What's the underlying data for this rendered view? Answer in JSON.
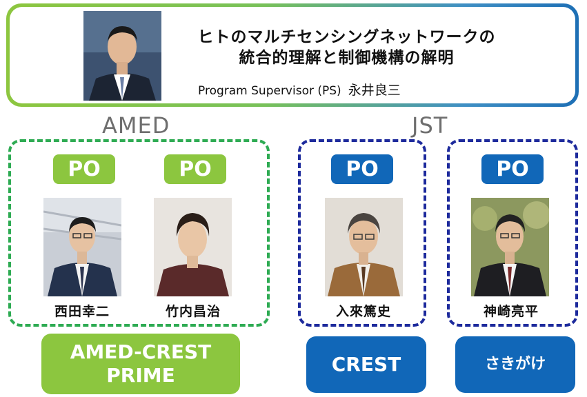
{
  "supervisor": {
    "title_line1": "ヒトのマルチセンシングネットワークの",
    "title_line2": "統合的理解と制御機構の解明",
    "role": "Program Supervisor (PS)",
    "name": "永井良三"
  },
  "organizations": {
    "amed": "AMED",
    "jst": "JST"
  },
  "officers": {
    "po_label": "PO",
    "nishida": "西田幸二",
    "takeuchi": "竹内昌治",
    "iriki": "入來篤史",
    "kanzaki": "神崎亮平"
  },
  "programs": {
    "amed_line1": "AMED-CREST",
    "amed_line2": "PRIME",
    "crest": "CREST",
    "sakigake": "さきがけ"
  },
  "colors": {
    "green": "#8cc63f",
    "dashed_green": "#2eab53",
    "blue": "#1167b8",
    "dashed_blue": "#1d2a9c",
    "org_label": "#6e6e6e"
  }
}
